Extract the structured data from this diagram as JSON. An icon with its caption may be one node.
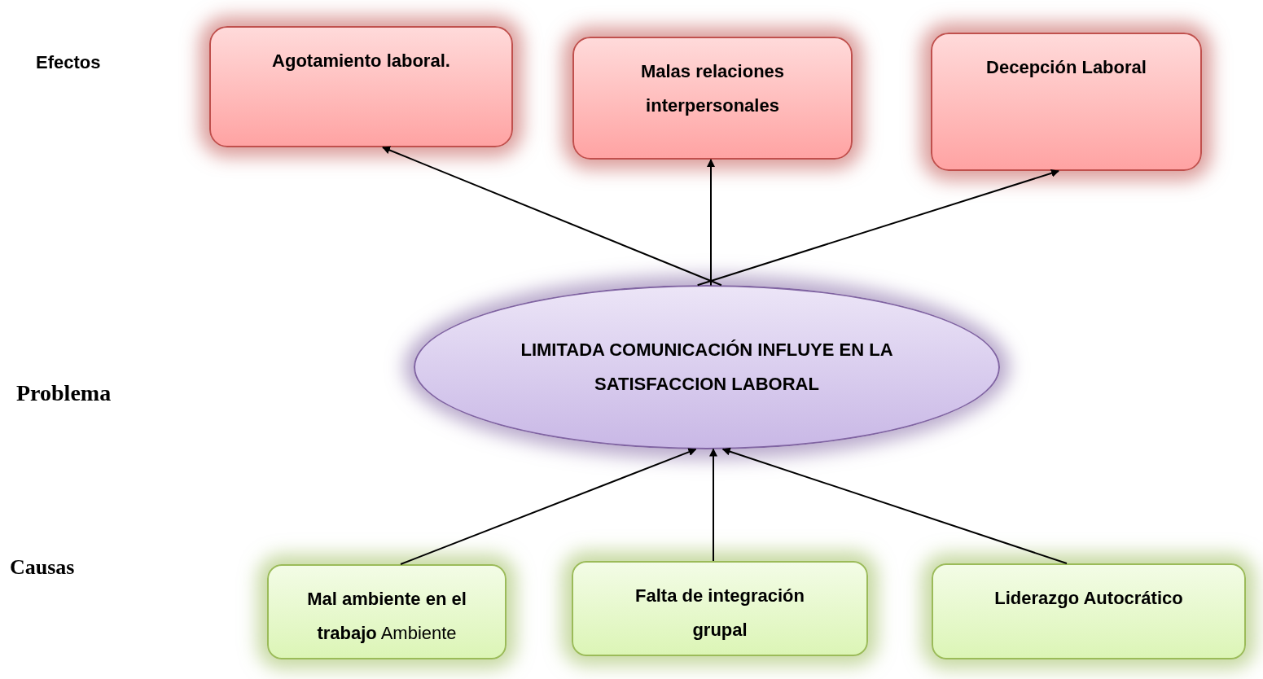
{
  "diagram": {
    "nodes": [
      {
        "text": [
          "Agotamiento laboral."
        ]
      },
      {
        "text": [
          "Malas relaciones interpersonales"
        ]
      },
      {
        "text": [
          "Decepción Laboral"
        ]
      },
      {
        "text": [
          "LIMITADA  COMUNICACIÓN INFLUYE EN LA SATISFACCION LABORAL"
        ]
      },
      {
        "text": [
          "**Mal ambiente en el trabajo** Ambiente"
        ]
      },
      {
        "text": [
          "Falta de integración grupal"
        ]
      },
      {
        "text": [
          "Liderazgo Autocrático"
        ]
      }
    ],
    "edges": [
      {
        "from": 3,
        "to": 0,
        "arrow": "to"
      },
      {
        "from": 3,
        "to": 1,
        "arrow": "to"
      },
      {
        "from": 3,
        "to": 2,
        "arrow": "to"
      },
      {
        "from": 4,
        "to": 3,
        "arrow": "to"
      },
      {
        "from": 5,
        "to": 3,
        "arrow": "to"
      },
      {
        "from": 6,
        "to": 3,
        "arrow": "to"
      }
    ],
    "labels": [
      "Efectos",
      "Problema",
      "Causas"
    ]
  }
}
